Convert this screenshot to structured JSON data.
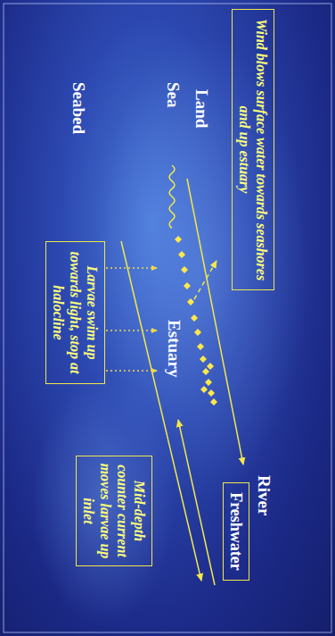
{
  "diagram": {
    "nodes": [
      {
        "text": [
          "Wind blows surface water towards seashores and up estuary"
        ]
      },
      {
        "text": [
          "Freshwater"
        ]
      },
      {
        "text": [
          "Larvae swim up towards light, stop at halocline"
        ]
      },
      {
        "text": [
          "Mid-depth counter current moves larvae up inlet"
        ]
      }
    ],
    "labels": [
      "Land",
      "River",
      "Sea",
      "Estuary",
      "Seabed"
    ]
  }
}
